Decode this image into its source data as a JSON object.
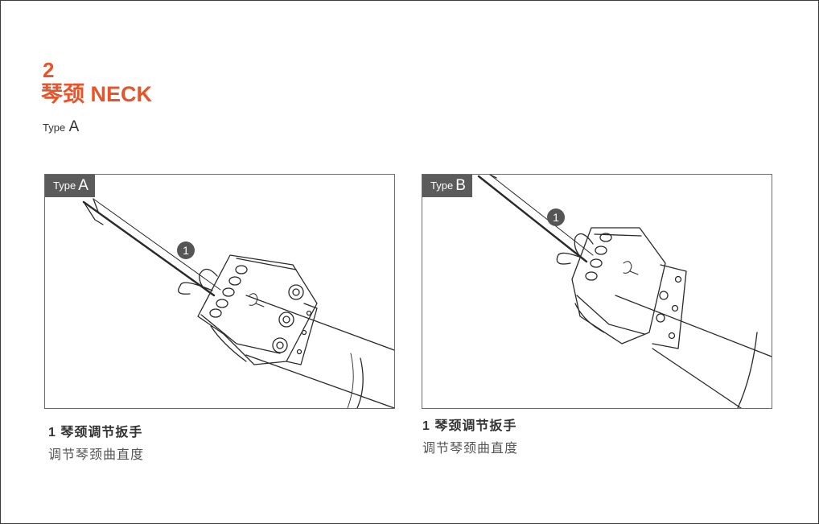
{
  "section": {
    "number": "2",
    "title": "琴颈 NECK",
    "type_prefix": "Type",
    "type_letter": "A"
  },
  "colors": {
    "accent": "#e8542a",
    "tag_bg": "#5b5b5b"
  },
  "panels": [
    {
      "tag_prefix": "Type",
      "tag_letter": "A",
      "callout": "1",
      "caption_title": "1 琴颈调节扳手",
      "caption_desc": "调节琴颈曲直度"
    },
    {
      "tag_prefix": "Type",
      "tag_letter": "B",
      "callout": "1",
      "caption_title": "1 琴颈调节扳手",
      "caption_desc": "调节琴颈曲直度"
    }
  ]
}
